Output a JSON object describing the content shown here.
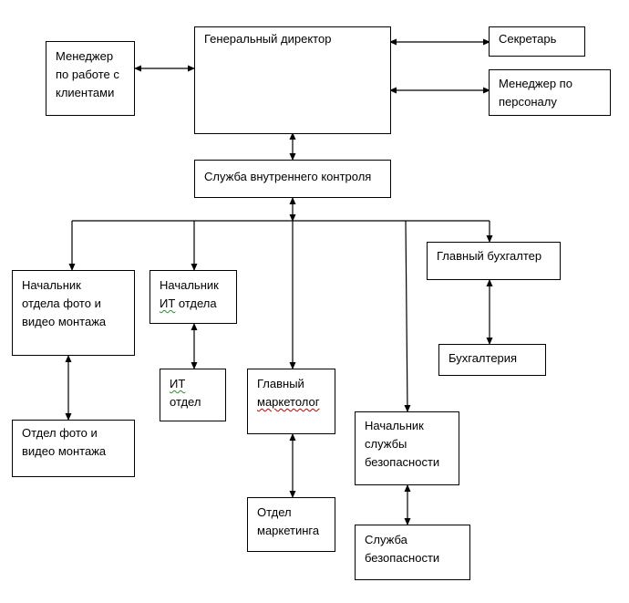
{
  "nodes": {
    "ceo": "Генеральный директор",
    "client_manager": "Менеджер\nпо работе с\nклиентами",
    "secretary": "Секретарь",
    "hr_manager": "Менеджер по\nперсоналу",
    "internal_control": "Служба внутреннего контроля",
    "photo_video_head": "Начальник\nотдела фото и\nвидео монтажа",
    "photo_video_dept": "Отдел фото и\nвидео монтажа",
    "it_head": {
      "line1": "Начальник",
      "it_abbr": "ИТ",
      "line2_rest": " отдела"
    },
    "it_dept": {
      "it_abbr": "ИТ",
      "line2": "отдел"
    },
    "chief_marketer": {
      "line1": "Главный",
      "line2": "маркетолог"
    },
    "marketing_dept": "Отдел\nмаркетинга",
    "security_head": "Начальник\nслужбы\nбезопасности",
    "security_service": "Служба\nбезопасности",
    "chief_accountant": "Главный бухгалтер",
    "accounting": "Бухгалтерия"
  },
  "colors": {
    "line": "#000000",
    "box_border": "#000000",
    "spellcheck": "#c00000"
  }
}
